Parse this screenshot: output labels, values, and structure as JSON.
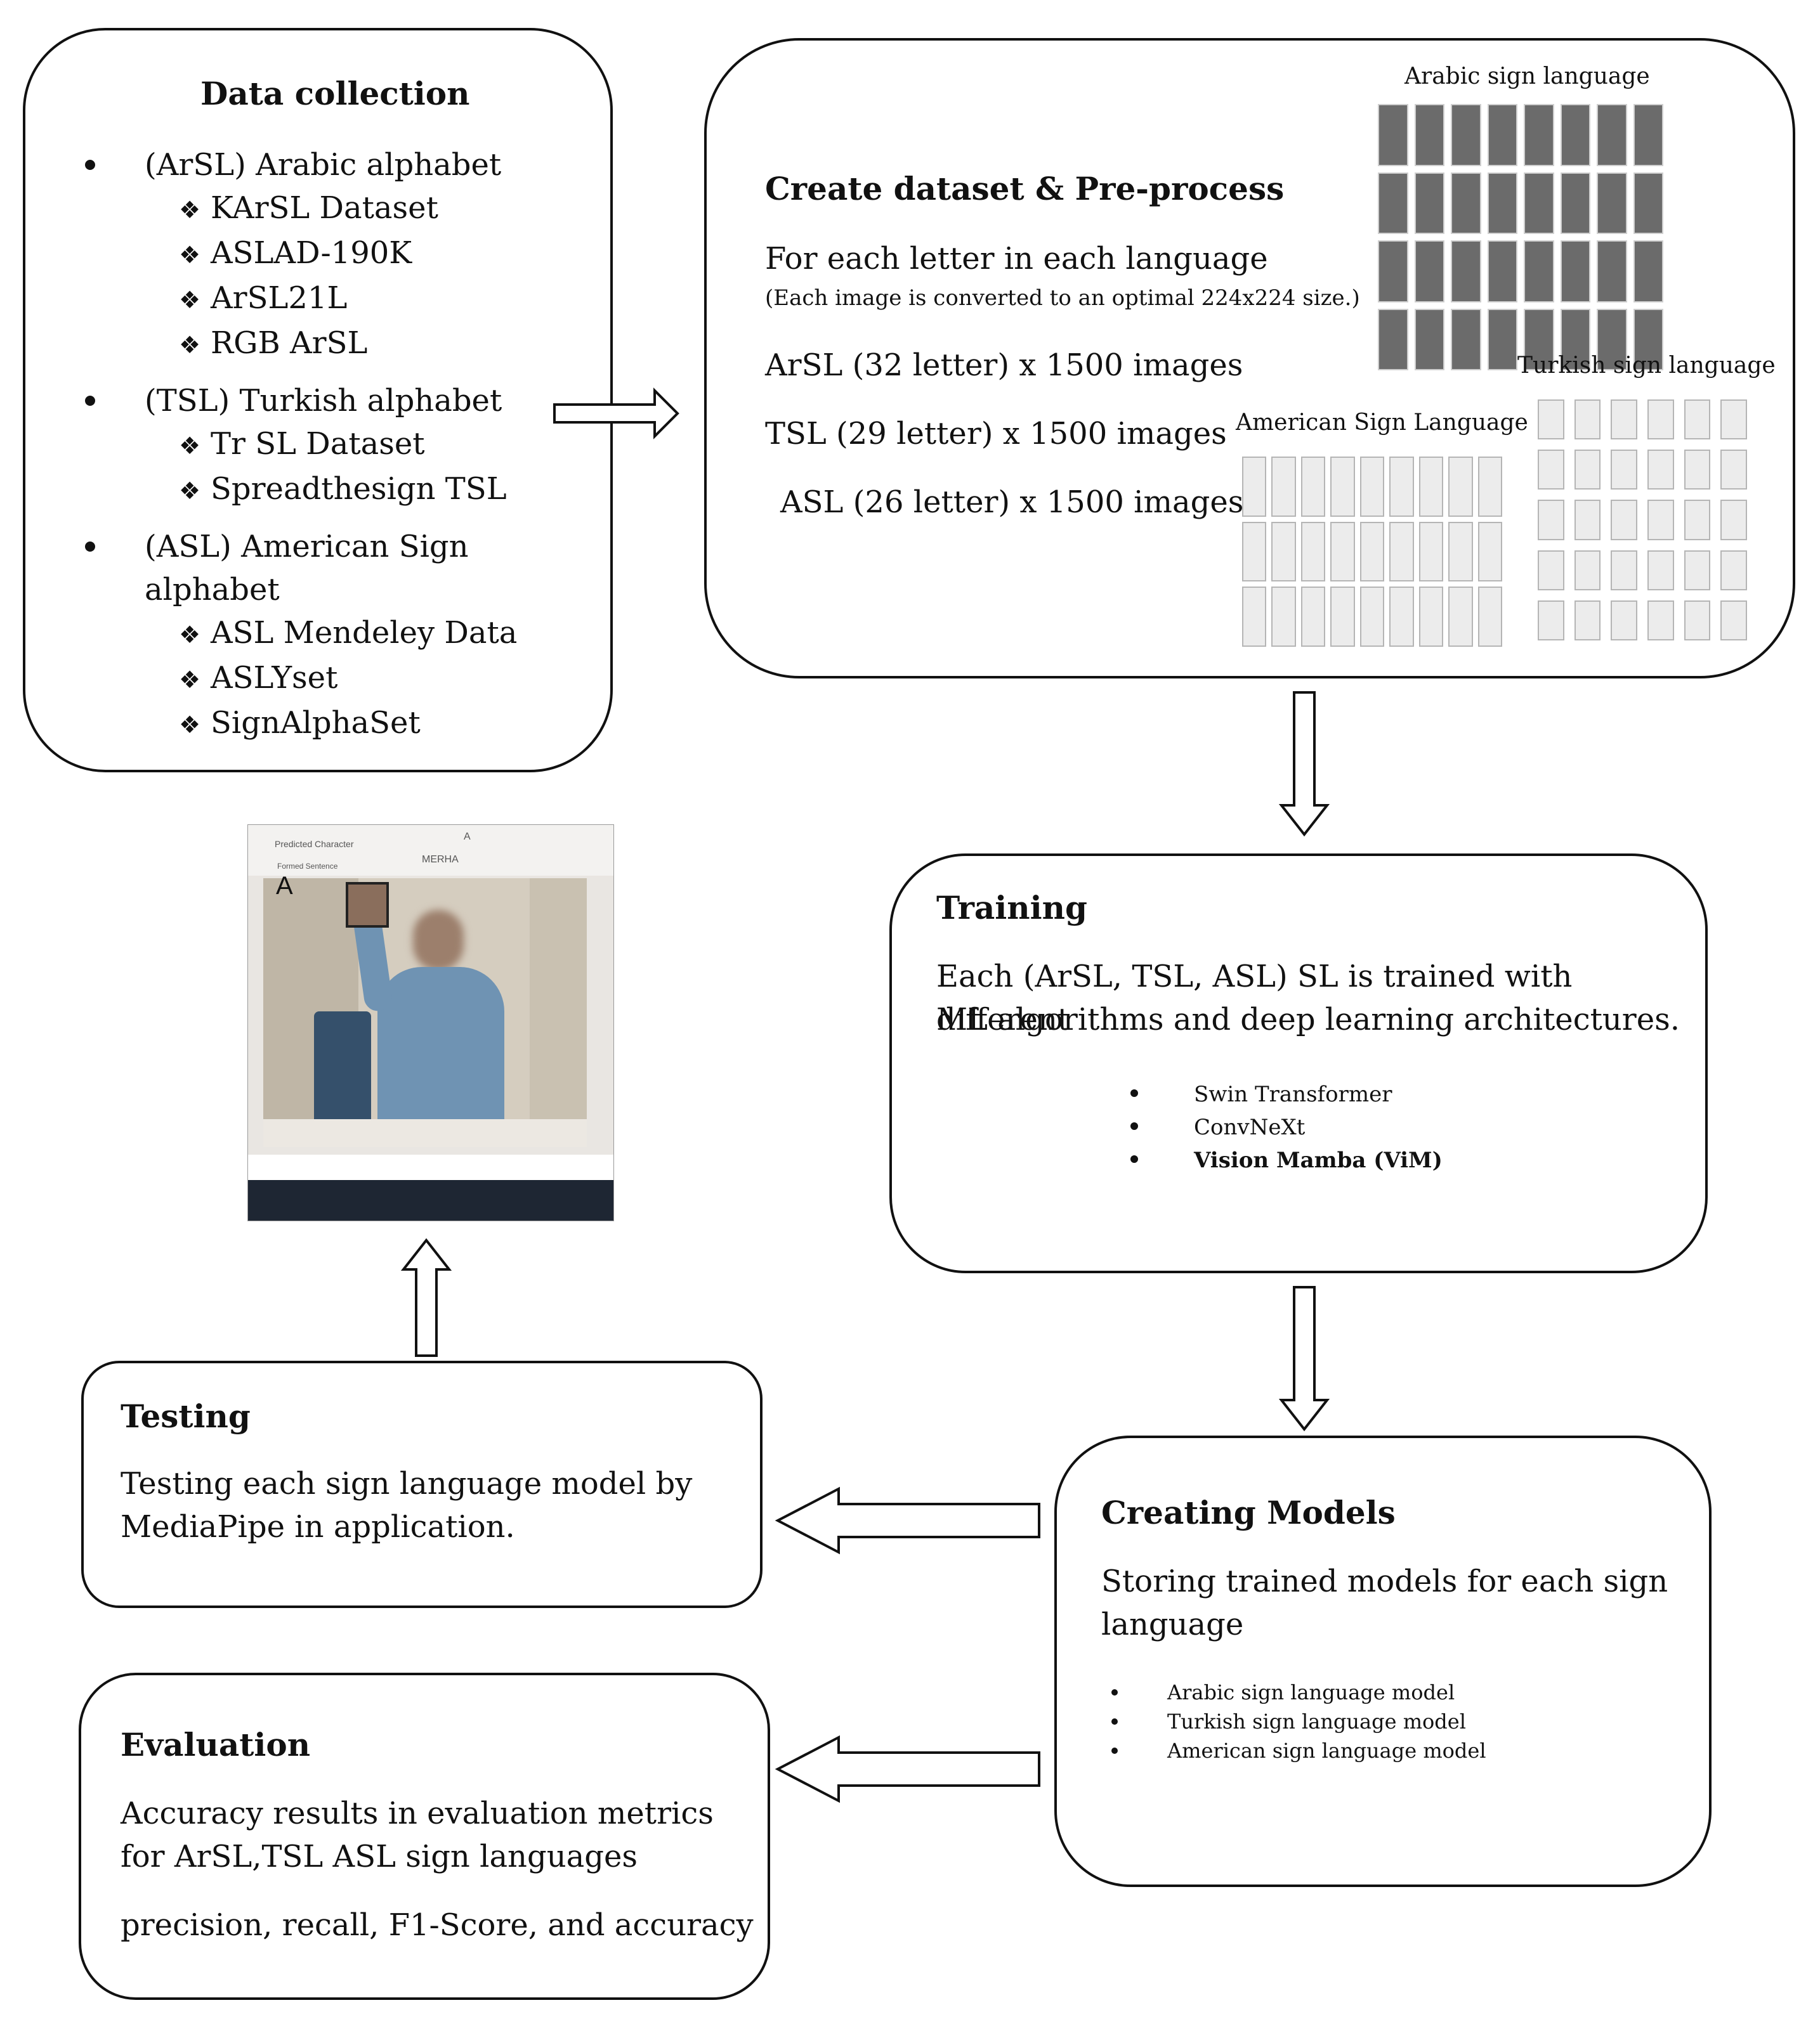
{
  "data_collection": {
    "title": "Data collection",
    "groups": [
      {
        "label": "(ArSL) Arabic alphabet",
        "items": [
          "KArSL Dataset",
          "ASLAD-190K",
          "ArSL21L",
          "RGB ArSL"
        ]
      },
      {
        "label": "(TSL) Turkish alphabet",
        "items": [
          "Tr SL Dataset",
          "Spreadthesign TSL"
        ]
      },
      {
        "label_line1": "(ASL) American Sign",
        "label_line2": "alphabet",
        "items": [
          "ASL Mendeley Data",
          "ASLYset",
          "SignAlphaSet"
        ]
      }
    ]
  },
  "create_dataset": {
    "title": "Create dataset & Pre-process",
    "line1": "For each letter in each language",
    "note": "(Each image is converted to an optimal 224x224 size.)",
    "counts": [
      "ArSL (32 letter) x 1500 images",
      "TSL (29 letter) x 1500 images",
      "ASL (26 letter) x 1500 images"
    ],
    "captions": {
      "arabic": "Arabic sign language",
      "turkish": "Turkish  sign language",
      "american": "American Sign Language"
    }
  },
  "training": {
    "title": "Training",
    "text_line1": "Each (ArSL, TSL, ASL) SL is trained with different",
    "text_line2": "ML algorithms and deep learning architectures.",
    "models": [
      "Swin Transformer",
      "ConvNeXt",
      "Vision Mamba (ViM)"
    ]
  },
  "creating_models": {
    "title": "Creating Models",
    "text_line1": "Storing trained models for each sign",
    "text_line2": "language",
    "items": [
      "Arabic sign language model",
      "Turkish sign language model",
      "American sign language model"
    ]
  },
  "testing": {
    "title": "Testing",
    "text_line1": "Testing each sign language model by",
    "text_line2": "MediaPipe in application."
  },
  "evaluation": {
    "title": "Evaluation",
    "text_line1": "Accuracy results in evaluation metrics",
    "text_line2": "for ArSL,TSL ASL sign languages",
    "text_line3": "precision, recall, F1-Score, and accuracy"
  },
  "app_screenshot": {
    "predicted_label": "Predicted Character",
    "formed_label": "Formed Sentence",
    "predicted_value": "A",
    "sentence_value": "MERHA",
    "big_letter": "A"
  },
  "colors": {
    "border": "#111111",
    "arrow_fill": "#ffffff",
    "shirt": "#6f93b3",
    "wall": "#d9d2c6"
  }
}
